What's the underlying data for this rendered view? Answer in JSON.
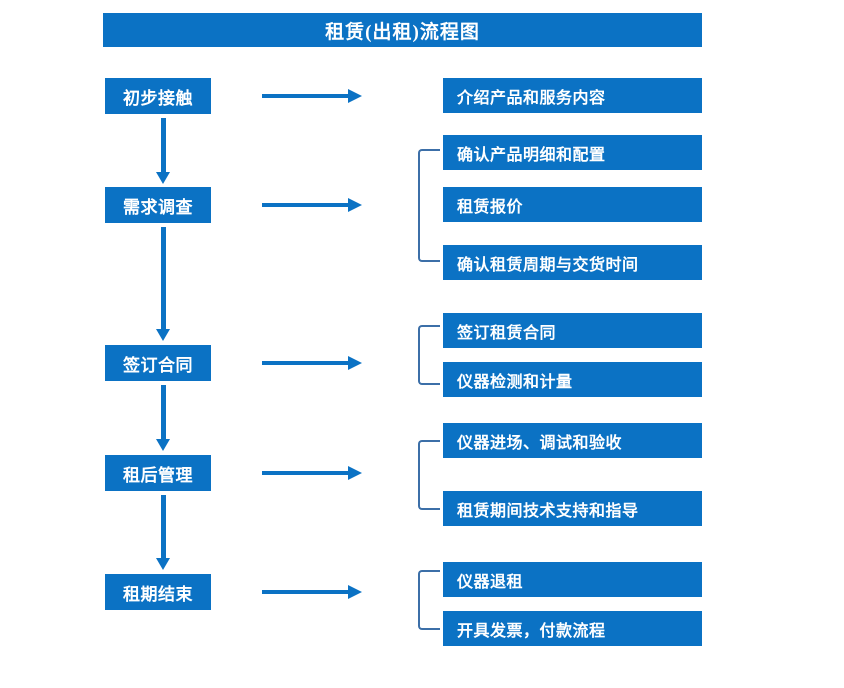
{
  "diagram": {
    "title": "租赁(出租)流程图",
    "colors": {
      "box_blue": "#0B72C4",
      "bracket_blue": "#3C6FA8",
      "text_white": "#FFFFFF",
      "background": "#FFFFFF"
    },
    "stages": [
      {
        "label": "初步接触"
      },
      {
        "label": "需求调查"
      },
      {
        "label": "签订合同"
      },
      {
        "label": "租后管理"
      },
      {
        "label": "租期结束"
      }
    ],
    "details": [
      {
        "label": "介绍产品和服务内容"
      },
      {
        "label": "确认产品明细和配置"
      },
      {
        "label": "租赁报价"
      },
      {
        "label": "确认租赁周期与交货时间"
      },
      {
        "label": "签订租赁合同"
      },
      {
        "label": "仪器检测和计量"
      },
      {
        "label": "仪器进场、调试和验收"
      },
      {
        "label": "租赁期间技术支持和指导"
      },
      {
        "label": "仪器退租"
      },
      {
        "label": "开具发票，付款流程"
      }
    ],
    "connectors": {
      "horizontal_arrow": "arrow-right-icon",
      "vertical_arrow": "arrow-down-icon",
      "group_bracket": "bracket-icon"
    }
  }
}
